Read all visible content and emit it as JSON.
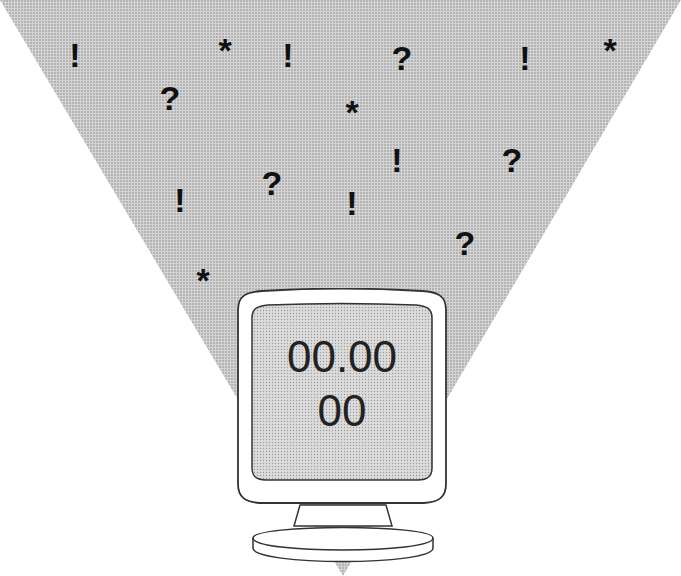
{
  "diagram": {
    "nodes": [
      {
        "text": [
          "00.00 00"
        ]
      }
    ],
    "labels": [
      "!",
      "*",
      "!",
      "?",
      "!",
      "*",
      "?",
      "*",
      "!",
      "?",
      "?",
      "!",
      "!",
      "?",
      "*"
    ]
  }
}
